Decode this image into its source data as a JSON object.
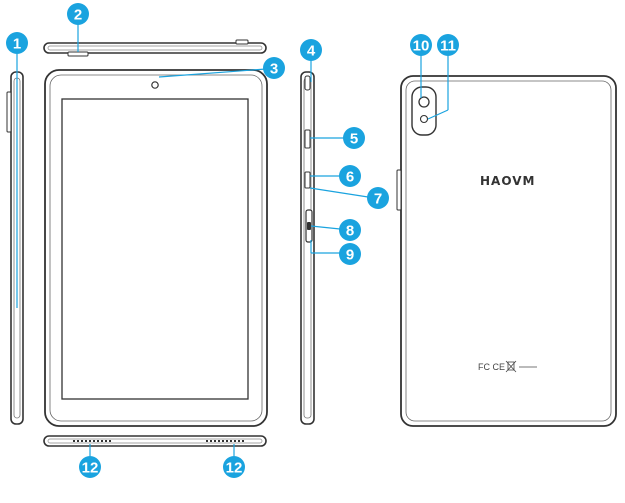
{
  "diagram": {
    "brand_logo_text": "HAOVM",
    "cert_marks_text": "FC CE",
    "callouts": [
      "1",
      "2",
      "3",
      "4",
      "5",
      "6",
      "7",
      "8",
      "9",
      "10",
      "11",
      "12",
      "12"
    ]
  },
  "colors": {
    "callout": "#1aa3df",
    "outline": "#333333",
    "body_fill": "#ffffff",
    "screen_fill": "#ffffff"
  }
}
